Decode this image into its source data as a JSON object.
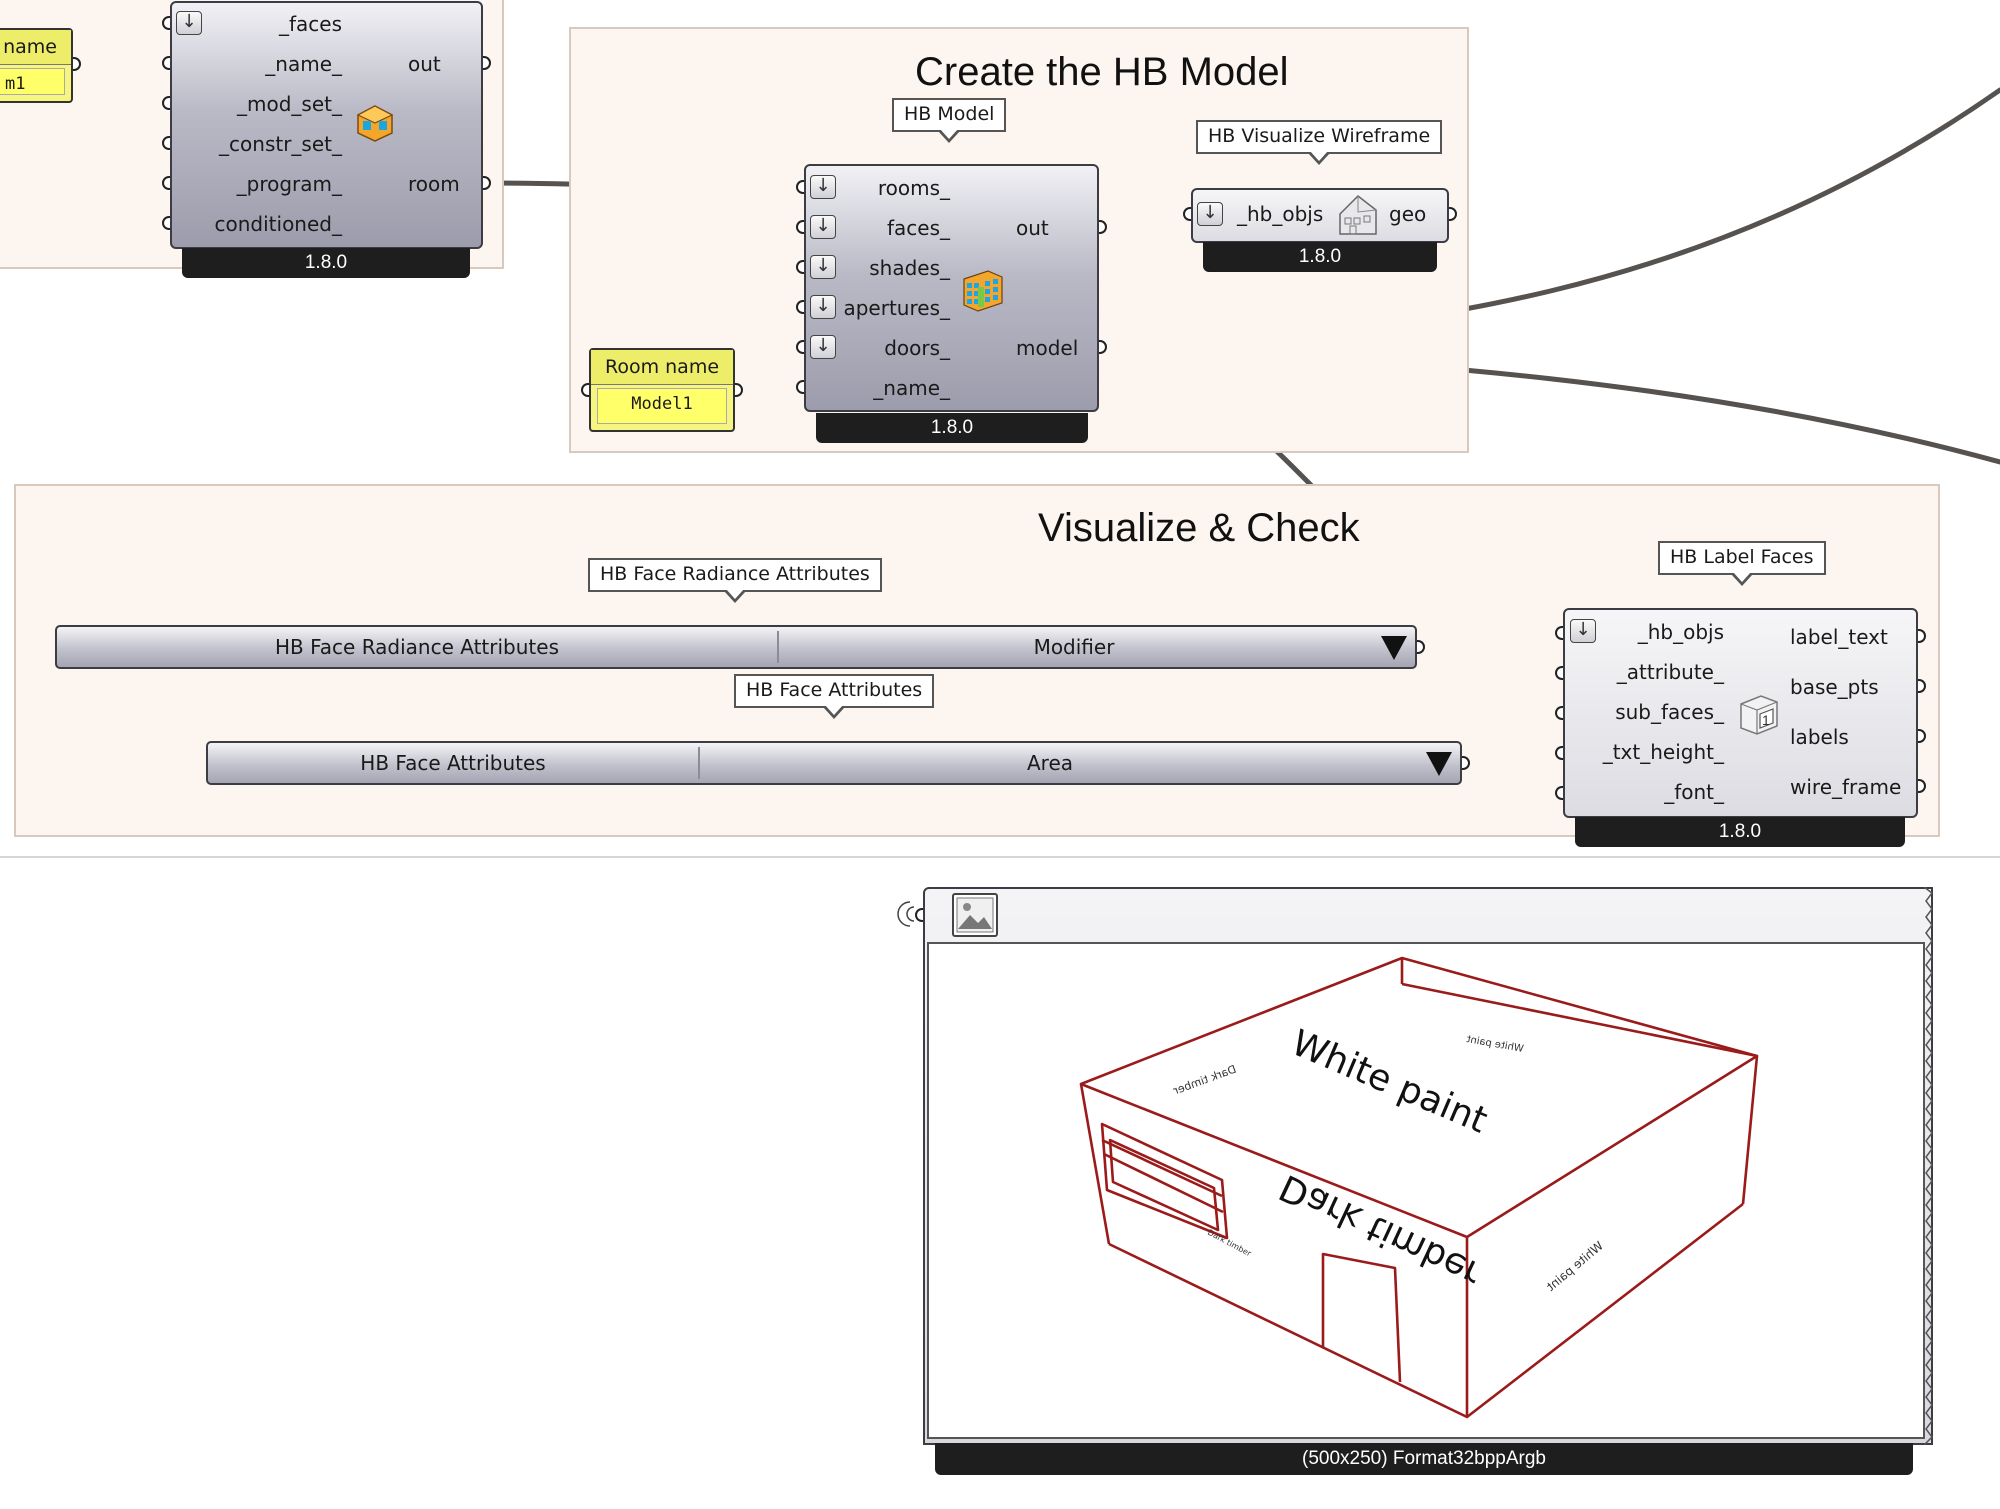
{
  "groups": {
    "create_model": {
      "title": "Create the HB Model"
    },
    "visualize": {
      "title": "Visualize & Check"
    }
  },
  "room_comp": {
    "inputs": [
      "_faces",
      "_name_",
      "_mod_set_",
      "_constr_set_",
      "_program_",
      "conditioned_"
    ],
    "outputs": [
      "out",
      "room"
    ],
    "version": "1.8.0"
  },
  "left_panel": {
    "header": "name",
    "value": "m1"
  },
  "hb_model": {
    "tag": "HB Model",
    "inputs": [
      "rooms_",
      "faces_",
      "shades_",
      "apertures_",
      "doors_",
      "_name_"
    ],
    "outputs": [
      "out",
      "model"
    ],
    "version": "1.8.0"
  },
  "room_name_panel": {
    "header": "Room name",
    "value": "Model1"
  },
  "wireframe": {
    "tag": "HB Visualize Wireframe",
    "input": "_hb_objs",
    "output": "geo",
    "version": "1.8.0"
  },
  "radiance_list": {
    "tag": "HB Face Radiance Attributes",
    "left": "HB Face Radiance Attributes",
    "right": "Modifier"
  },
  "face_list": {
    "tag": "HB Face Attributes",
    "left": "HB Face Attributes",
    "right": "Area"
  },
  "label_faces": {
    "tag": "HB Label Faces",
    "inputs": [
      "_hb_objs",
      "_attribute_",
      "sub_faces_",
      "_txt_height_",
      "_font_"
    ],
    "outputs": [
      "label_text",
      "base_pts",
      "labels",
      "wire_frame"
    ],
    "version": "1.8.0"
  },
  "viewer": {
    "footer": "(500x250) Format32bppArgb",
    "labels": {
      "top_big": "White paint",
      "floor_big": "Dark timber",
      "top_small_left": "Dark timber",
      "top_small_right": "White paint",
      "right_small": "White paint",
      "front_small": "Dark timber"
    }
  },
  "colors": {
    "wire": "#9b1b1b",
    "panel": "#f5f580",
    "group": "#fdf5ef"
  }
}
